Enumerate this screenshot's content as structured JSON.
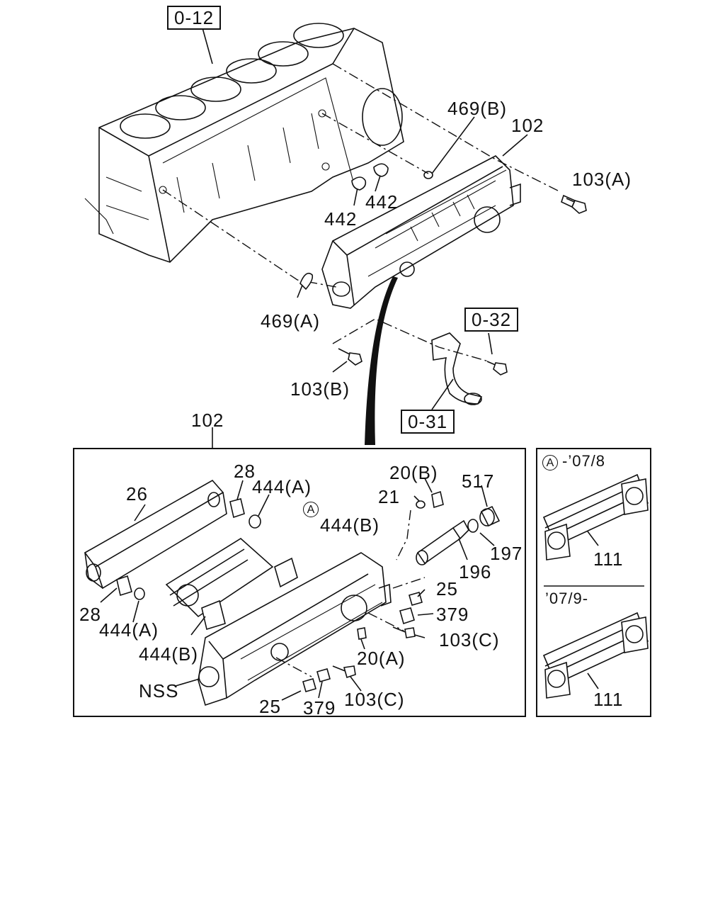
{
  "refs": {
    "block": "0-12",
    "pipe_a": "0-32",
    "pipe_b": "0-31"
  },
  "top_labels": {
    "seal_b": "469(B)",
    "cooler_top": "102",
    "bolt_a": "103(A)",
    "gasket_1": "442",
    "gasket_2": "442",
    "seal_a": "469(A)",
    "bolt_b": "103(B)",
    "assembly": "102"
  },
  "detail_labels": {
    "cover": "26",
    "gasket_28_top": "28",
    "oring_444a_top": "444(A)",
    "circle_a": "A",
    "gasket_444b_top": "444(B)",
    "plug_20b": "20(B)",
    "ring_21": "21",
    "valve_517": "517",
    "oring_197": "197",
    "thermo_196": "196",
    "nut_25_right": "25",
    "washer_379_right": "379",
    "bolt_103c_right": "103(C)",
    "plug_20a": "20(A)",
    "gasket_28_bottom": "28",
    "oring_444a_bottom": "444(A)",
    "gasket_444b_bottom": "444(B)",
    "nss": "NSS",
    "nut_25_bottom": "25",
    "washer_379_bottom": "379",
    "bolt_103c_bottom": "103(C)"
  },
  "variants": {
    "circle_a": "A",
    "range_1": "-’07/8",
    "part_1": "111",
    "range_2": "’07/9-",
    "part_2": "111"
  }
}
